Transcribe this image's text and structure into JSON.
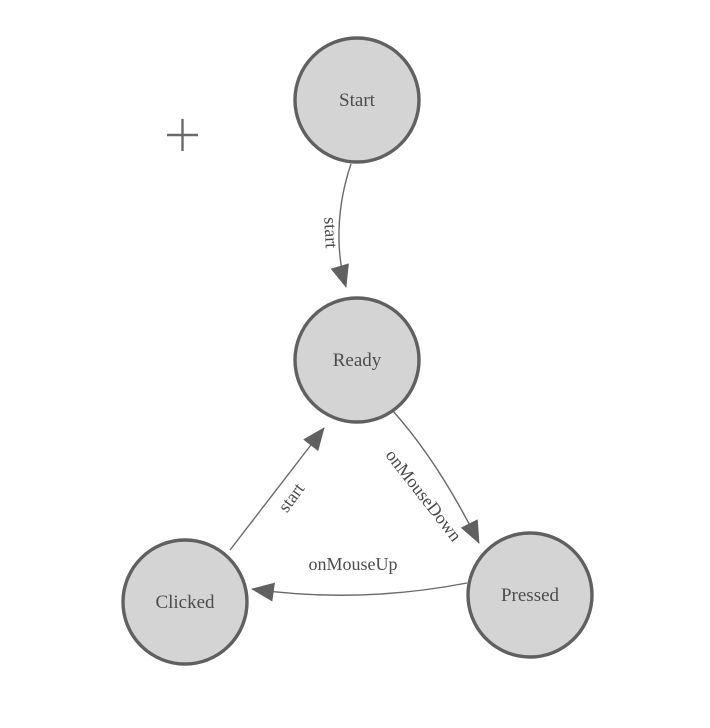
{
  "diagram": {
    "nodes": [
      {
        "id": "start",
        "label": "Start"
      },
      {
        "id": "ready",
        "label": "Ready"
      },
      {
        "id": "clicked",
        "label": "Clicked"
      },
      {
        "id": "pressed",
        "label": "Pressed"
      }
    ],
    "edges": [
      {
        "id": "start-to-ready",
        "from": "Start",
        "to": "Ready",
        "label": "start"
      },
      {
        "id": "ready-to-pressed",
        "from": "Ready",
        "to": "Pressed",
        "label": "onMouseDown"
      },
      {
        "id": "pressed-to-clicked",
        "from": "Pressed",
        "to": "Clicked",
        "label": "onMouseUp"
      },
      {
        "id": "clicked-to-ready",
        "from": "Clicked",
        "to": "Ready",
        "label": "start"
      }
    ],
    "colors": {
      "background": "#ffffff",
      "node_fill": "#d4d4d4",
      "node_stroke": "#606060",
      "edge_stroke": "#6a6a6a",
      "label_text": "#4c4c4c"
    },
    "icons": {
      "cursor": "crosshair-plus-icon"
    }
  }
}
